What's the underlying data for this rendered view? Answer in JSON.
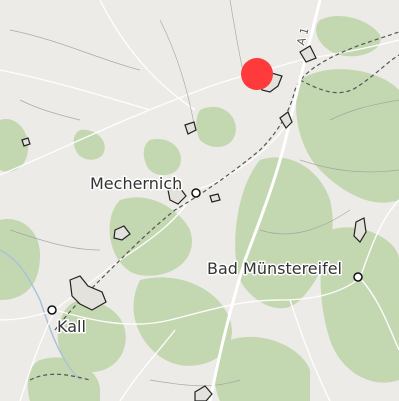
{
  "map": {
    "places": [
      {
        "name": "Mechernich"
      },
      {
        "name": "Bad Münstereifel"
      },
      {
        "name": "Kall"
      }
    ],
    "road_label": "A 1",
    "marker_color": "#ff3a3a",
    "land_color": "#ecebe7",
    "forest_color": "#c3d7b1",
    "road_color": "#ffffff"
  }
}
